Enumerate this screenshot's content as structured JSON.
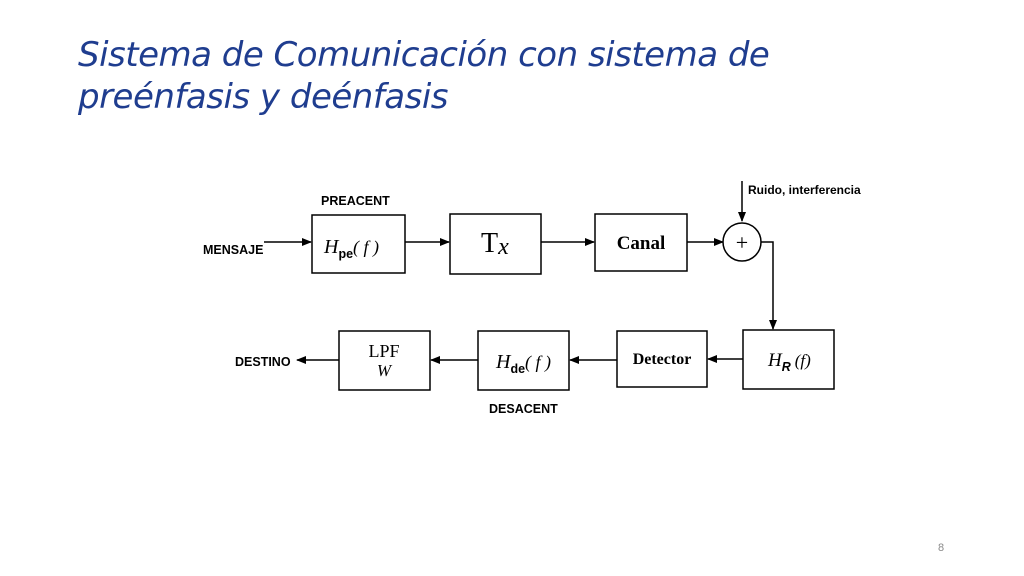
{
  "slide": {
    "title_line1": "Sistema de Comunicación con sistema de",
    "title_line2": "preénfasis y deénfasis",
    "page_number": "8",
    "title_color": "#1f3d8f"
  },
  "diagram": {
    "input_label": "MENSAJE",
    "output_label": "DESTINO",
    "noise_label": "Ruido, interferencia",
    "preemphasis_caption": "PREACENT",
    "deemphasis_caption": "DESACENT",
    "blocks": {
      "preemphasis": {
        "symbol": "H",
        "subscript": "pe",
        "arg": "( f )"
      },
      "transmitter": {
        "symbol": "T",
        "subscript": "x"
      },
      "channel": {
        "label": "Canal"
      },
      "adder": {
        "symbol": "+"
      },
      "receiver_filter": {
        "symbol": "H",
        "subscript": "R",
        "arg": "(f)"
      },
      "detector": {
        "label": "Detector"
      },
      "deemphasis": {
        "symbol": "H",
        "subscript": "de",
        "arg": "( f )"
      },
      "lpf": {
        "line1": "LPF",
        "line2": "W"
      }
    }
  }
}
